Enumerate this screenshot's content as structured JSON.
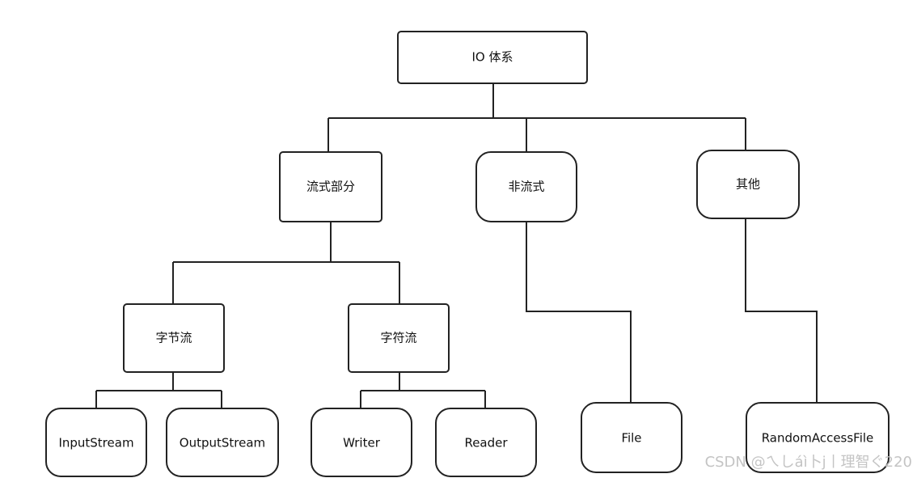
{
  "nodes": {
    "root": "IO 体系",
    "stream_part": "流式部分",
    "non_stream": "非流式",
    "other": "其他",
    "byte_stream": "字节流",
    "char_stream": "字符流",
    "input_stream": "InputStream",
    "output_stream": "OutputStream",
    "writer": "Writer",
    "reader": "Reader",
    "file": "File",
    "random_access_file": "RandomAccessFile"
  },
  "watermark": "CSDN @ㄟしáì卜j丨理智ぐ220"
}
